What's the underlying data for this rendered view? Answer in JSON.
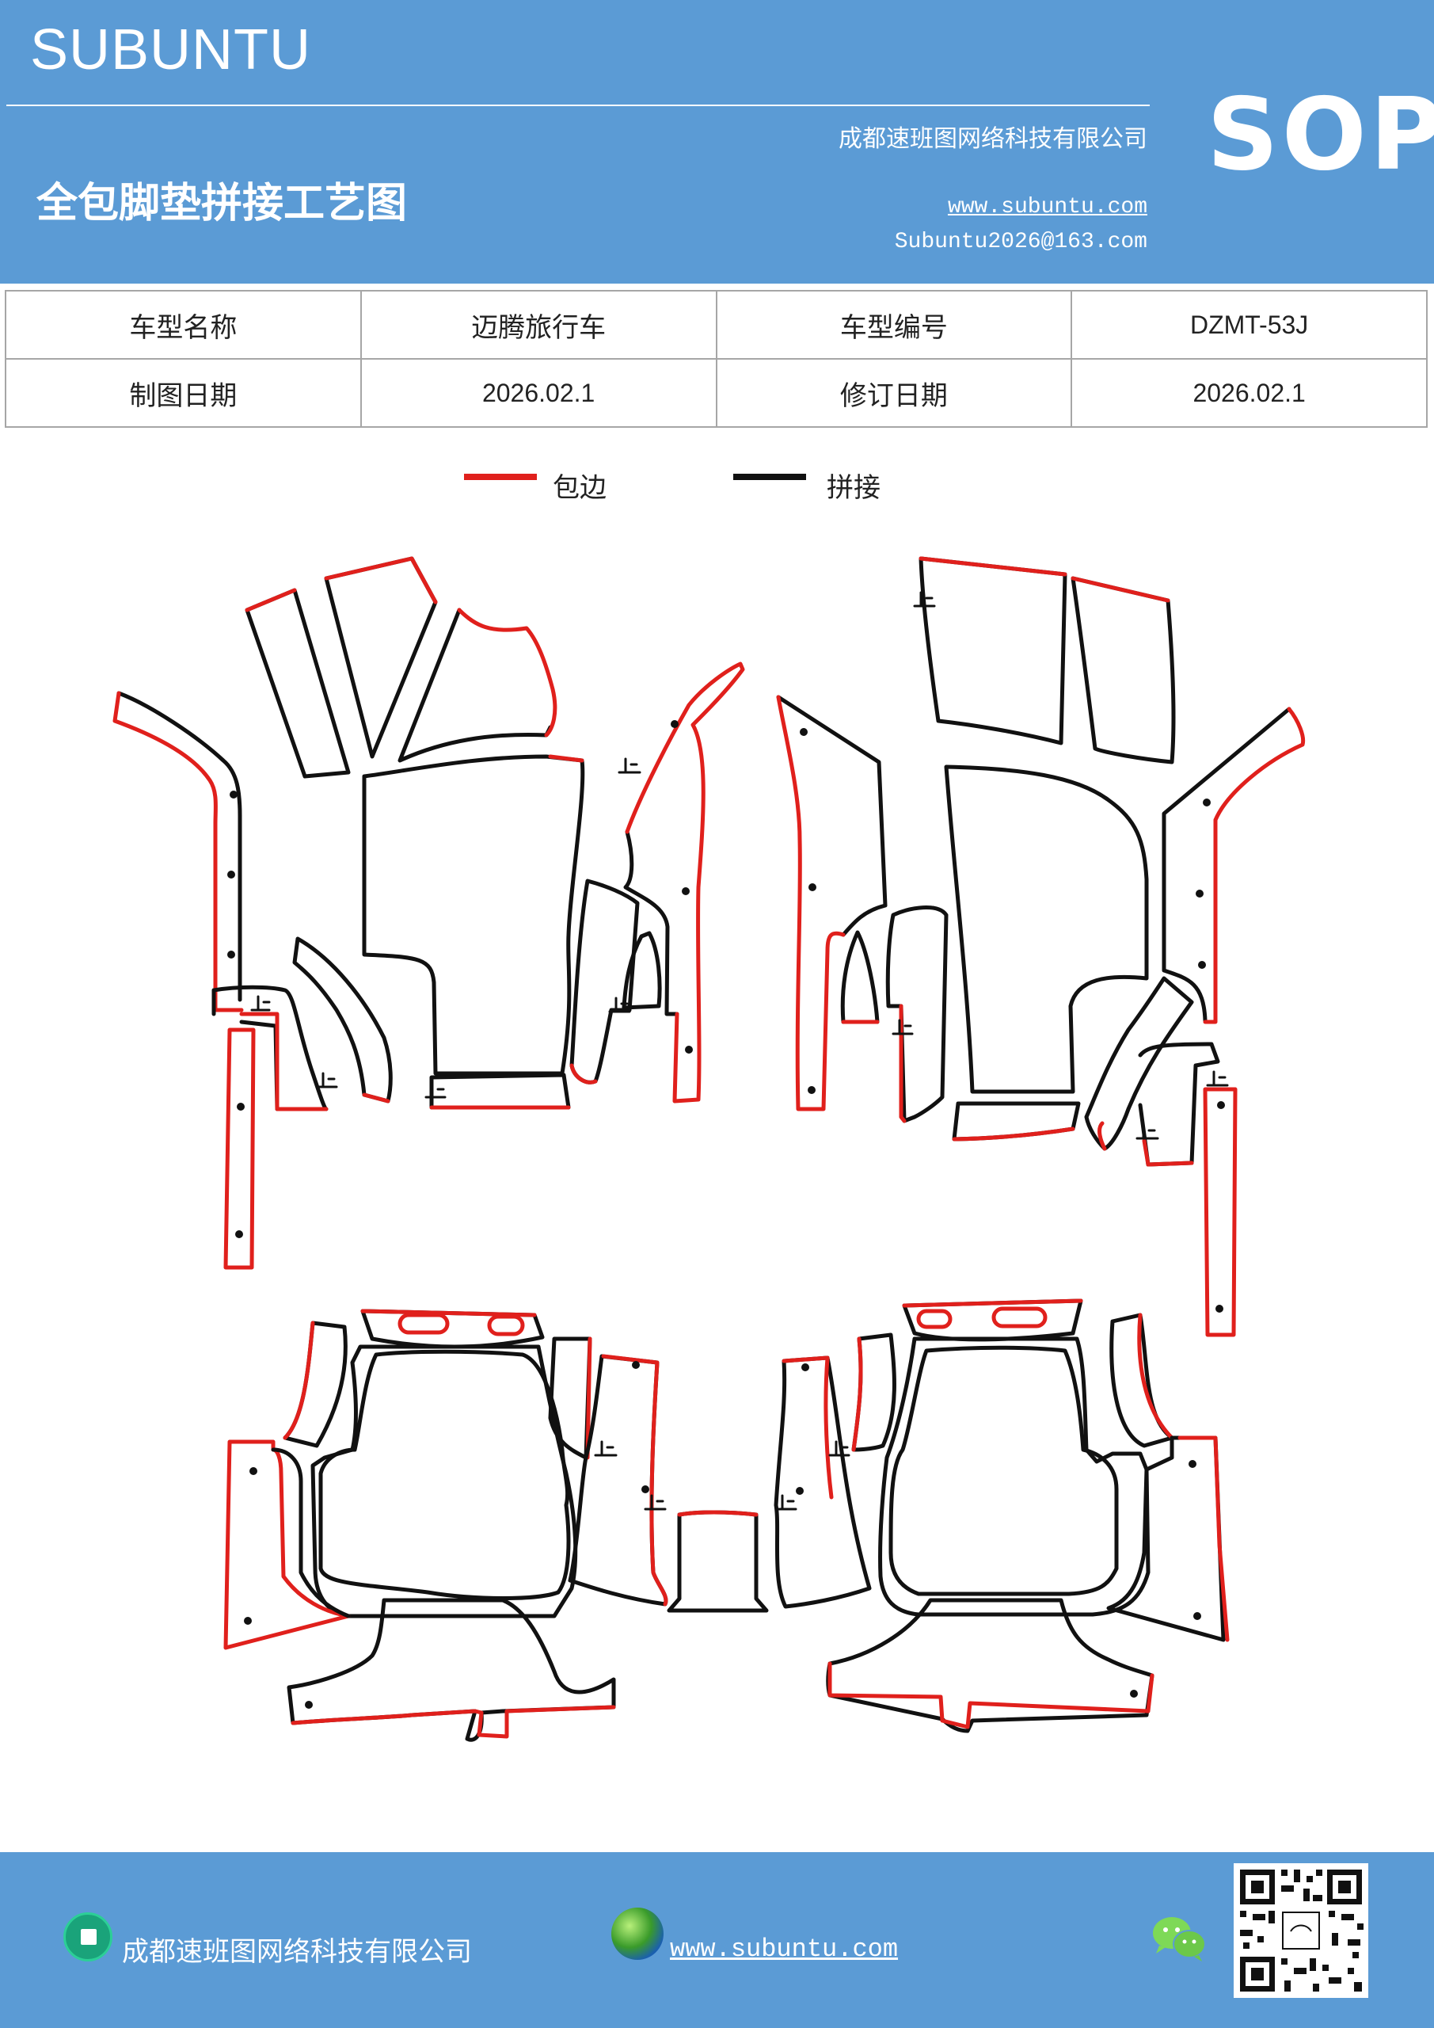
{
  "header": {
    "brand": "SUBUNTU",
    "company": "成都速班图网络科技有限公司",
    "title": "全包脚垫拼接工艺图",
    "website": "www.subuntu.com",
    "email": "Subuntu2026@163.com",
    "badge": "SOP"
  },
  "info_table": {
    "model_name_label": "车型名称",
    "model_name": "迈腾旅行车",
    "model_code_label": "车型编号",
    "model_code": "DZMT-53J",
    "draw_date_label": "制图日期",
    "draw_date": "2026.02.1",
    "revise_date_label": "修订日期",
    "revise_date": "2026.02.1"
  },
  "legend": {
    "edge_label": "包边",
    "edge_color": "#e0201c",
    "seam_label": "拼接",
    "seam_color": "#111111"
  },
  "footer": {
    "company": "成都速班图网络科技有限公司",
    "website": "www.subuntu.com",
    "company_icon": "building-icon",
    "web_icon": "globe-icon",
    "wechat_icon": "wechat-icon"
  }
}
